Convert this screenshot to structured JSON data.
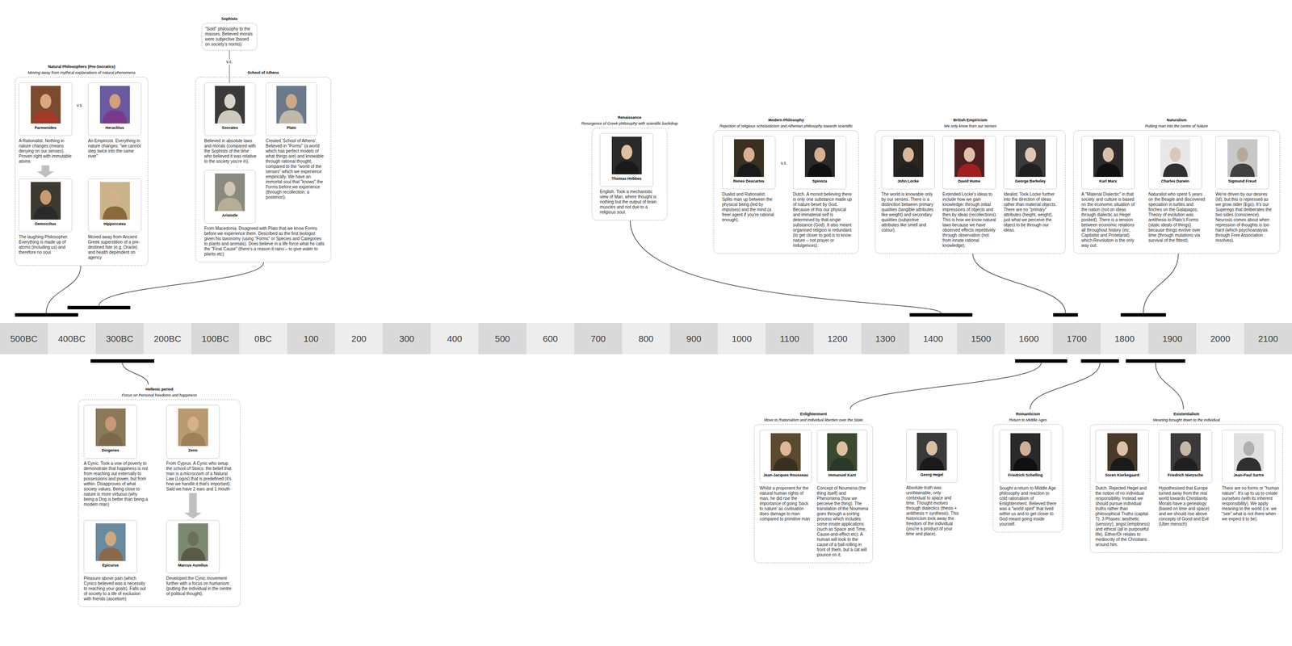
{
  "diagram": {
    "nodes": [
      {
        "text": [
          "Natural Philosophers (Pre-Socratics)",
          "Moving away from mythical explanations of natural phenomena"
        ]
      },
      {
        "text": [
          "Parmenides",
          "A Rationalist. Nothing in nature changes (means denying on our senses). Proven right with immutable atoms"
        ],
        "in": 0
      },
      {
        "text": [
          "Heraclitus",
          "An Empiricist. Everything in nature changes: \"we cannot step twice into the same river\""
        ],
        "in": 0
      },
      {
        "text": [
          "Democritus",
          "The laughing Philosopher. Everything is made up of atoms (including us) and therefore no soul"
        ],
        "in": 0
      },
      {
        "text": [
          "Hippocrates",
          "Moved away from Ancient Greek superstition of a pre-destined fate (e.g. Oracle) and health dependent on agency"
        ],
        "in": 0
      },
      {
        "text": [
          "Sophists",
          "\"Sold\" philosophy to the masses. Believed morals were subjective (based on society's norms)"
        ]
      },
      {
        "text": [
          "School of Athens"
        ]
      },
      {
        "text": [
          "Socrates",
          "Believed in absolute laws and morals (compared with the Sophists of the time who believed it was relative to the society you're in)."
        ],
        "in": 6
      },
      {
        "text": [
          "Plato",
          "Created 'School of Athens'. Believed in \"Forms\" (a world which has perfect models of what things are) and knowable through rational thought, compared to the \"world of the senses\" which we experience empirically. We have an immortal soul that \"knows\" the Forms before we experience (through recollection; a posteriori)."
        ],
        "in": 6
      },
      {
        "text": [
          "Aristotle",
          "From Macedonia. Disagreed with Plato that we know Forms before we experience them. Described as the first biologist given his taxonomy (using \"Forms\" or Species and Categories to plants and animals). Does believe in a life force what he calls the \"Final Cause\" (there's a reason it rains – to give water to plants etc)"
        ],
        "in": 6
      },
      {
        "text": [
          "Renaissance",
          "Resurgence of Greek philosophy with scientific backdrop"
        ]
      },
      {
        "text": [
          "Thomas Hobbes",
          "English. Took a mechanistic view of Man, where thought is nothing but the output of brain muscles and not due to a religious soul."
        ],
        "in": 10
      },
      {
        "text": [
          "Modern Philosophy",
          "Rejection of religious scholasticism and Athenian philosophy towards scientific"
        ]
      },
      {
        "text": [
          "Renes Descartes",
          "Dualist and Rationalist. Splits man up between the physical being (led by impulses) and the mind (a freer agent if you're rational enough)."
        ],
        "in": 12
      },
      {
        "text": [
          "Spinoza",
          "Dutch. A monist believing there is only one substance made up of nature beset by God. Because of this our physical and immaterial self is determined by that single substance (God). It also meant organised religion is redundant (to get closer to god is to know nature – not prayer or indulgences)."
        ],
        "in": 12
      },
      {
        "text": [
          "British Empiricism",
          "We only know from our senses"
        ]
      },
      {
        "text": [
          "John Locke",
          "The world is knowable only by our senses. There is a distinction between primary qualities (tangible attributes like weight) and secondary qualities (subjective attributes like smell and colour)."
        ],
        "in": 15
      },
      {
        "text": [
          "David Hume",
          "Extended Locke's ideas to include how we gain knowledge: through initial impressions of objects and then by ideas (recollections). This is how we know natural laws because we have observed effects repetitively through observation (not from innate rational knowledge)."
        ],
        "in": 15
      },
      {
        "text": [
          "George Berkeley",
          "Idealist. Took Locke further into the direction of ideas rather than material objects. There are no \"primary\" attributes (height, weight), just what we perceive the object to be through our ideas."
        ],
        "in": 15
      },
      {
        "text": [
          "Naturalism",
          "Putting man into the centre of Nature"
        ]
      },
      {
        "text": [
          "Karl Marx",
          "A \"Material Dialectic\" in that society and culture is based on the economic situation of the nation (not on ideas through dialectic as Hegel posited). There is a tension between economic relations all throughout history (inc. Capitalist and Proletariat) which Revolution is the only way out."
        ],
        "in": 19
      },
      {
        "text": [
          "Charles Darwin",
          "Naturalist who spent 5 years on the Beagle and discovered speciation in turtles and finches on the Galapagos. Theory of evolution was antithesis to Plato's Forms (static ideals of things) because things evolve over time (through mutations via survival of the fittest)."
        ],
        "in": 19
      },
      {
        "text": [
          "Sigmund Freud",
          "We're driven by our desires (Id), but this is repressed as we grow older (Ego). It's our Superego that deliberates the two sides (conscience). Neurosis comes about when repression of thoughts is too hard (which psychoanalysis through Free Association resolves)."
        ],
        "in": 19
      },
      {
        "text": [
          "Hellenic period",
          "Focus on Personal freedoms and happiness"
        ]
      },
      {
        "text": [
          "Diogenes",
          "A Cynic. Took a vow of poverty to demonstrate that happiness is not from reaching out externally to possessions and power, but from within. Disapproves of what society values. Being close to nature is more virtuous (why being a Dog is better than being a modern man)"
        ],
        "in": 23
      },
      {
        "text": [
          "Zeno",
          "From Cyprus. A Cynic who setup the school of Stoics: the belief that man is a microcosm of a Natural Law (Logos) that is predefined (it's how we handle it that's important). Said we have 2 ears and 1 mouth"
        ],
        "in": 23
      },
      {
        "text": [
          "Epicurus",
          "Pleasure above pain (which Cynics believed was a necessity to reaching your goals). Falls out of society to a life of exclusion with friends (ascetism)"
        ],
        "in": 23
      },
      {
        "text": [
          "Marcus Aurelius",
          "Developed the Cynic movement further with a focus on humanism (putting the individual in the centre of political thought)."
        ],
        "in": 23
      },
      {
        "text": [
          "Enlightenment",
          "Move to Rationalism and Individual liberties over the State"
        ]
      },
      {
        "text": [
          "Jean-Jacques Rousseau",
          "Whilst a proponent for the natural human rights of man, he did rise the importance of going 'back to nature' as civilisation does damage to man compared to primitive man"
        ],
        "in": 28
      },
      {
        "text": [
          "Immanuel Kant",
          "Concept of Noumena (the thing itself) and Phenomena (how we perceive the thing). The translation of the Noumena goes through a sorting process which includes some innate applications (such as Space and Time, Cause-and-effect etc). A human will look to the cause of a ball rolling in front of them, but a cat will pounce on it."
        ],
        "in": 28
      },
      {
        "text": [
          "Georg Hegel",
          "Absolute truth was unobtainable, only contextual to space and time. Thought evolves through dialectics (thesis + antithesis = synthesis). This historicism took away the freedom of the individual (you're a product of your time and place)."
        ]
      },
      {
        "text": [
          "Romanticism",
          "Return to Middle Ages"
        ]
      },
      {
        "text": [
          "Friedrich Schelling",
          "Sought a return to Middle Age philosophy and reaction to cold rationalism of Enlightenment. Believed there was a \"world spirit\" that lived within us and to get closer to God meant going inside yourself."
        ],
        "in": 32
      },
      {
        "text": [
          "Existentialism",
          "Meaning brought down to the individual"
        ]
      },
      {
        "text": [
          "Soren Kierkegaard",
          "Dutch. Rejected Hegel and the notion of no individual responsibility. Instead we should pursue individual truths rather than philosophical Truths (capital T). 3 Phases: aesthetic (sensory), angst (emptiness) and ethical (all in purposeful life). Either/Or relates to mediocrity of the Christians around him."
        ],
        "in": 34
      },
      {
        "text": [
          "Friedrich Nietzsche",
          "Hypothesised that Europe turned away from the real world towards Christianity. Morals have a genealogy (based on time and space) and we should rise above concepts of Good and Evil (Uber mensch)"
        ],
        "in": 34
      },
      {
        "text": [
          "Jean-Paul Sartre",
          "There are no forms or \"human nature\". It's up to us to create ourselves (with its inherent responsibility). We apply meaning to the world (i.e. we \"see\" what is not there when we expect it to be)."
        ],
        "in": 34
      }
    ],
    "edges": [
      {
        "from": 1,
        "to": 3,
        "arrow": "to"
      },
      {
        "from": 5,
        "to": 7,
        "arrow": "none"
      },
      {
        "from": 25,
        "to": 27,
        "arrow": "to"
      }
    ],
    "labels": [
      "v.s.",
      "v.s.",
      "v.s.",
      "500BC",
      "400BC",
      "300BC",
      "200BC",
      "100BC",
      "0BC",
      "100",
      "200",
      "300",
      "400",
      "500",
      "600",
      "700",
      "800",
      "900",
      "1000",
      "1100",
      "1200",
      "1300",
      "1400",
      "1500",
      "1600",
      "1700",
      "1800",
      "1900",
      "2000",
      "2100"
    ]
  }
}
